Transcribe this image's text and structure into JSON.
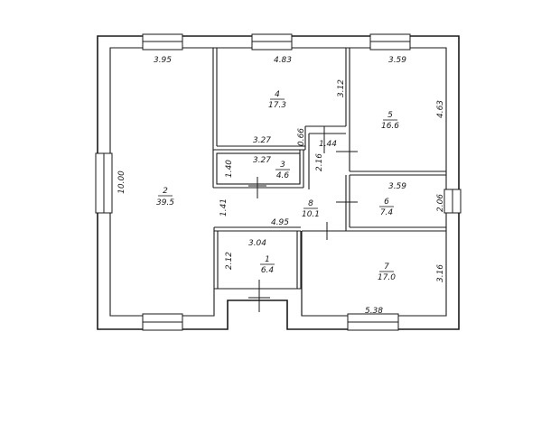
{
  "rooms": [
    {
      "number": "1",
      "area": "6.4"
    },
    {
      "number": "2",
      "area": "39.5"
    },
    {
      "number": "3",
      "area": "4.6"
    },
    {
      "number": "4",
      "area": "17.3"
    },
    {
      "number": "5",
      "area": "16.6"
    },
    {
      "number": "6",
      "area": "7.4"
    },
    {
      "number": "7",
      "area": "17.0"
    },
    {
      "number": "8",
      "area": "10.1"
    }
  ],
  "dimensions": {
    "room2_width": "3.95",
    "room2_height": "10.00",
    "room4_width": "4.83",
    "room4_height": "3.12",
    "room5_width": "3.59",
    "room5_height": "4.63",
    "room3_width_top": "3.27",
    "room3_width": "3.27",
    "room3_height": "1.40",
    "wall_offset": "0.66",
    "corridor_width": "1.44",
    "corridor_height": "2.16",
    "room6_width": "3.59",
    "room6_height": "2.06",
    "hall_height": "1.41",
    "hall_width": "4.95",
    "room1_width": "3.04",
    "room1_height": "2.12",
    "room7_height": "3.16",
    "room7_width": "5.38"
  }
}
